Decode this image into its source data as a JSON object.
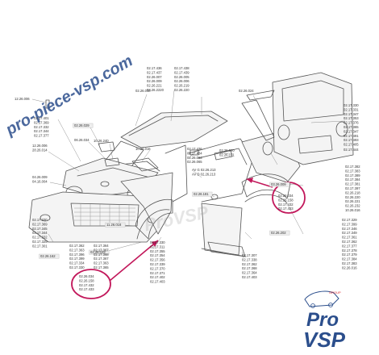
{
  "watermarks": {
    "domain": "pro-piece-vsp.com",
    "center": "ProVSP",
    "color": "#2b4e8c"
  },
  "logo": {
    "small_text": "GROUP",
    "line1": "Pro",
    "line2": "VSP",
    "color": "#2b4e8c",
    "accent": "#d9272d"
  },
  "highlight_color": "#c2185b",
  "label_groups": {
    "g_top_left": [
      "12.26.006"
    ],
    "g_left_list": [
      "02.17.401",
      "02.17.369",
      "02.17.332",
      "02.17.344",
      "02.17.377"
    ],
    "g_2629": [
      "02.26.029"
    ],
    "g_2664": [
      "06.26.034"
    ],
    "g_left_mid": [
      "12.26.006",
      "28.26.014"
    ],
    "g_26240": [
      "10.26.240"
    ],
    "g_26016": [
      "10.26.016"
    ],
    "g_26010": [
      "02.26.010"
    ],
    "g_top_center_a": [
      "02.17.436",
      "02.17.437",
      "02.26.007",
      "02.26.009",
      "02.26.221",
      "02.26.2220"
    ],
    "g_top_center_b": [
      "02.17.438",
      "02.17.439",
      "02.26.005",
      "02.26.006",
      "02.26.219",
      "02.26.220"
    ],
    "g_26024": [
      "02.26.024"
    ],
    "g_rear_door": [
      "02.17.330",
      "02.17.331",
      "02.17.347",
      "02.17.353",
      "02.17.376",
      "02.17.365",
      "02.17.347",
      "02.17.491",
      "02.17.493",
      "02.17.405"
    ],
    "g_rear_red": [
      "02.17.444"
    ],
    "g_2607x": [
      "02.26.070",
      "02.26.071"
    ],
    "g_center_small": [
      "02.17.436",
      "02.17.434",
      "02.26.063",
      "02.26.065"
    ],
    "g_av": [
      "AV G 02.26.213",
      "AV D 02.26.213"
    ],
    "g_36009": [
      "04.26.009",
      "04.16.004"
    ],
    "g_26009": [
      "03.26.009"
    ],
    "g_right_mid": [
      "02.17.382",
      "02.17.383",
      "02.17.389",
      "02.17.384",
      "02.17.381",
      "02.17.397",
      "02.26.218",
      "02.26.220",
      "02.26.221",
      "02.26.232",
      "10.26.016"
    ],
    "g_right_circle": [
      "02.26.034",
      "02.26.158",
      "02.17.432",
      "02.17.433"
    ],
    "g_26181": [
      "02.26.181"
    ],
    "g_front_low": [
      "02.17.330",
      "02.17.369",
      "02.17.345",
      "02.17.344",
      "02.17.332",
      "02.17.325",
      "02.17.301"
    ],
    "g_26162": [
      "02.26.162"
    ],
    "g_26018": [
      "11.26.018"
    ],
    "g_26033": [
      "02.26.033"
    ],
    "g_bottom_a": [
      "02.17.362",
      "02.17.363",
      "02.17.396",
      "02.17.399",
      "02.17.334",
      "02.17.330"
    ],
    "g_bottom_b": [
      "02.17.364",
      "02.17.367",
      "02.17.368",
      "02.17.367",
      "02.17.363",
      "02.17.365"
    ],
    "g_bottom_circle": [
      "02.26.034",
      "02.26.158",
      "02.17.432",
      "02.17.433"
    ],
    "g_bottom_c": [
      "02.17.330",
      "02.17.311",
      "02.17.355",
      "02.17.354",
      "02.17.356",
      "02.17.339",
      "02.17.370",
      "02.17.371",
      "02.17.402",
      "02.17.403"
    ],
    "g_bottom_d": [
      "02.17.307",
      "02.17.338",
      "02.17.362",
      "02.17.368",
      "02.17.364",
      "02.17.403"
    ],
    "g_26202": [
      "02.26.202"
    ],
    "g_bottom_right": [
      "02.17.329",
      "02.17.399",
      "02.17.346",
      "02.17.349",
      "02.17.361",
      "02.17.362",
      "02.17.377",
      "02.17.378",
      "02.17.379",
      "02.17.384",
      "02.17.383",
      "02.26.016"
    ]
  }
}
